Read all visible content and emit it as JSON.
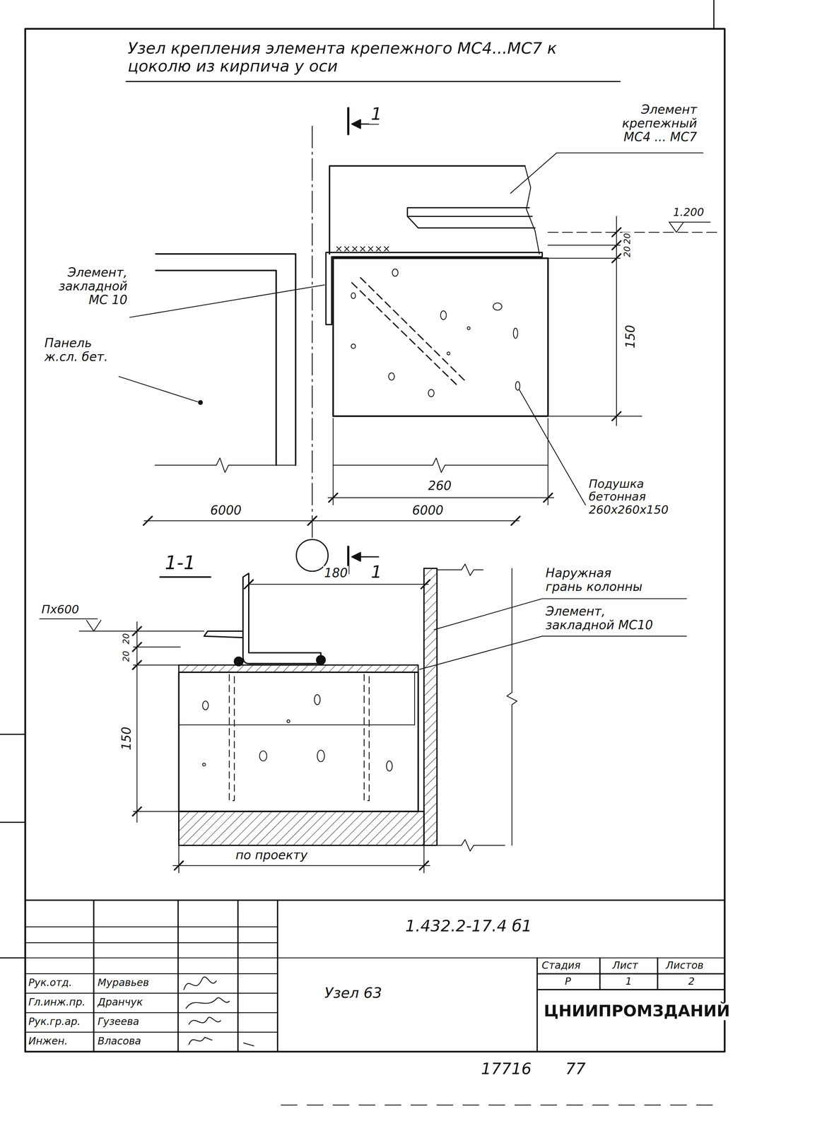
{
  "diagram": {
    "title": "Узел крепления элемента крепежного МС4...МС7 к цоколю из кирпича у оси",
    "labels": [
      "1",
      "Элемент крепежный МС4 ... МС7",
      "1.200",
      "20",
      "20",
      "Элемент, закладной МС 10",
      "Панель ж.сл. бет.",
      "150",
      "260",
      "Подушка бетонная 260х260х150",
      "6000",
      "6000",
      "1",
      "1-1",
      "180",
      "Пх600",
      "20",
      "20",
      "150",
      "Наружная грань колонны",
      "Элемент, закладной МС10",
      "по проекту",
      "1.432.2-17.4 б1",
      "Узел 63",
      "Стадия",
      "Лист",
      "Листов",
      "Р",
      "1",
      "2",
      "ЦНИИПРОМЗДАНИЙ",
      "Рук.отд.",
      "Муравьев",
      "Гл.инж.пр.",
      "Дранчук",
      "Рук.гр.ар.",
      "Гузеева",
      "Инжен.",
      "Власова",
      "17716",
      "77"
    ]
  }
}
